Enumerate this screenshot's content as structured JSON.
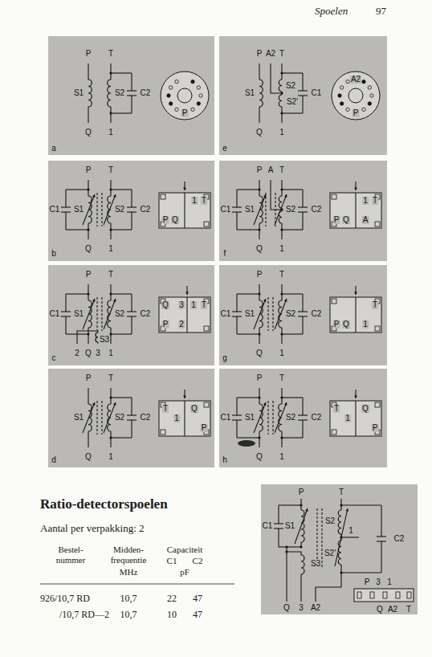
{
  "diagram": {
    "nodes": [
      {
        "text": [
          "P",
          "T",
          "S1",
          "S2",
          "C2",
          "Q",
          "1",
          "P",
          "a"
        ]
      },
      {
        "text": [
          "P",
          "A2",
          "T",
          "S1",
          "S2",
          "S2'",
          "C1",
          "Q",
          "1",
          "A2",
          "P",
          "e"
        ]
      },
      {
        "text": [
          "P",
          "T",
          "C1",
          "S1",
          "S2",
          "C2",
          "Q",
          "1",
          "1",
          "T",
          "P",
          "Q",
          "b"
        ]
      },
      {
        "text": [
          "P",
          "A",
          "T",
          "C1",
          "S1",
          "S2",
          "C2",
          "Q",
          "1",
          "P",
          "Q",
          "A",
          "1",
          "T",
          "f"
        ]
      },
      {
        "text": [
          "P",
          "T",
          "C1",
          "S1",
          "S2",
          "C2",
          "S3",
          "2",
          "Q",
          "3",
          "1",
          "Q",
          "3",
          "1",
          "T",
          "P",
          "2",
          "c"
        ]
      },
      {
        "text": [
          "P",
          "T",
          "C1",
          "S1",
          "S2",
          "C2",
          "Q",
          "1",
          "P",
          "Q",
          "1",
          "T",
          "g"
        ]
      },
      {
        "text": [
          "P",
          "T",
          "S1",
          "S2",
          "C2",
          "Q",
          "1",
          "T",
          "1",
          "Q",
          "P",
          "d"
        ]
      },
      {
        "text": [
          "P",
          "T",
          "C1",
          "S1",
          "S2",
          "C2",
          "Q",
          "1",
          "T",
          "1",
          "Q",
          "P",
          "h"
        ]
      },
      {
        "text": [
          "P",
          "T",
          "C1",
          "S1",
          "S2",
          "1",
          "C2",
          "S2'",
          "S3",
          "Q",
          "3",
          "A2",
          "P",
          "3",
          "1",
          "Q",
          "A2",
          "T"
        ]
      }
    ],
    "labels": [
      "Spoelen",
      "97",
      "Ratio-detectorspoelen",
      "Aantal per verpakking: 2",
      "Bestel- nummer",
      "Midden- frequentie",
      "Capaciteit",
      "MHz",
      "C1",
      "C2",
      "pF",
      "926/10,7 RD",
      "10,7",
      "22",
      "47",
      "/10,7 RD—2",
      "10,7",
      "10",
      "47"
    ]
  }
}
